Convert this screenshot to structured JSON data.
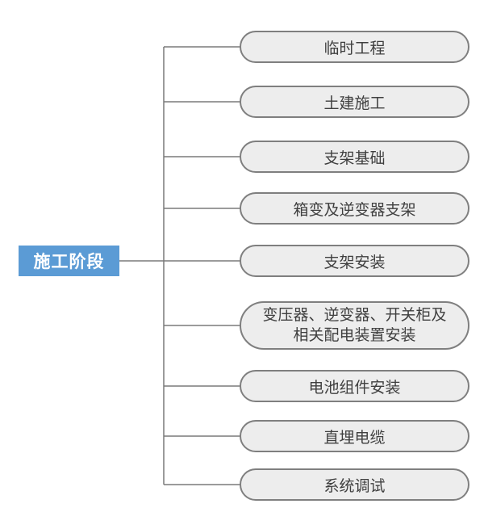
{
  "diagram": {
    "type": "tree-flowchart",
    "root": {
      "label": "施工阶段"
    },
    "nodes": [
      {
        "id": "temporary-works",
        "label": "临时工程"
      },
      {
        "id": "civil-construction",
        "label": "土建施工"
      },
      {
        "id": "support-foundation",
        "label": "支架基础"
      },
      {
        "id": "box-transformer-inverter-support",
        "label": "箱变及逆变器支架"
      },
      {
        "id": "support-installation",
        "label": "支架安装"
      },
      {
        "id": "transformer-inverter-switchgear-installation",
        "label": "变压器、逆变器、开关柜及\n相关配电装置安装"
      },
      {
        "id": "battery-module-installation",
        "label": "电池组件安装"
      },
      {
        "id": "direct-buried-cable",
        "label": "直埋电缆"
      },
      {
        "id": "system-commissioning",
        "label": "系统调试"
      }
    ],
    "colors": {
      "background": "#FFFFFF",
      "root_fill": "#5B9BD5",
      "root_text": "#FFFFFF",
      "node_fill": "#EDEDED",
      "node_border": "#7F7F7F",
      "node_text": "#3F3F3F",
      "connector": "#7A7A7A"
    }
  }
}
